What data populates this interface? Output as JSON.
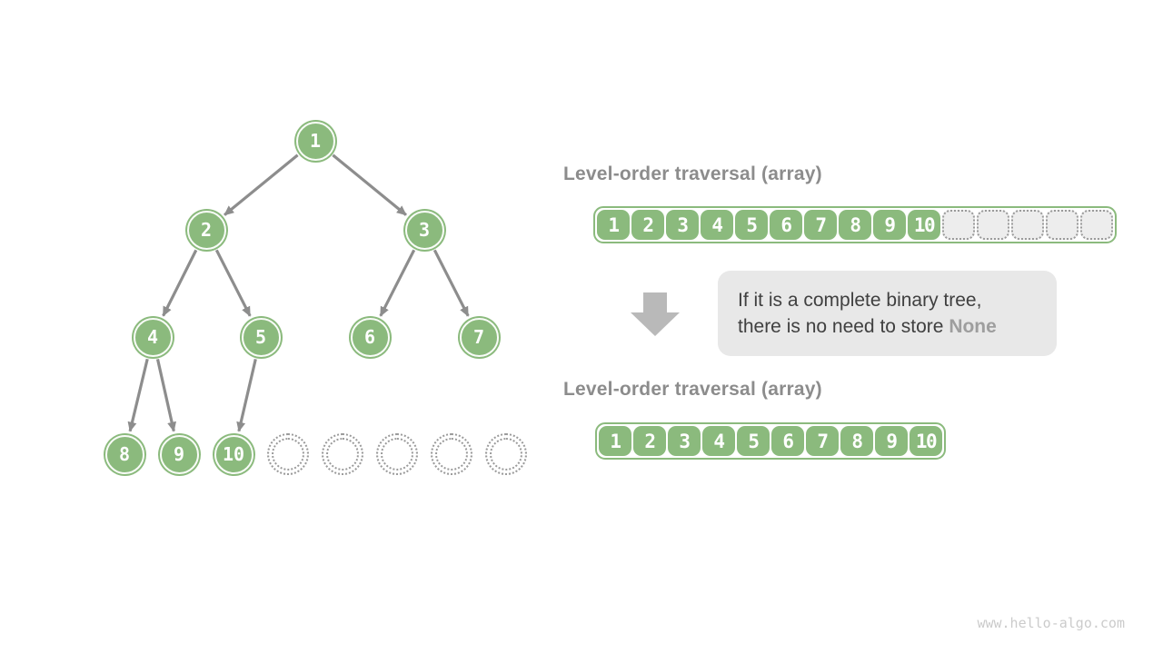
{
  "colors": {
    "green": "#8bba7d",
    "edge_gray": "#8d8d8d",
    "title_gray": "#8c8c8c",
    "note_bg": "#e8e8e8",
    "note_text": "#404040",
    "note_highlight": "#9e9e9e",
    "arrow_gray": "#b9b9b9",
    "empty_cell_bg": "#ededed",
    "dotted_gray": "#9a9a9a",
    "watermark_gray": "#cbcbcb"
  },
  "tree": {
    "node_values": [
      "1",
      "2",
      "3",
      "4",
      "5",
      "6",
      "7",
      "8",
      "9",
      "10"
    ],
    "empty_node_count": 5,
    "edges": [
      [
        "1",
        "2"
      ],
      [
        "1",
        "3"
      ],
      [
        "2",
        "4"
      ],
      [
        "2",
        "5"
      ],
      [
        "3",
        "6"
      ],
      [
        "3",
        "7"
      ],
      [
        "4",
        "8"
      ],
      [
        "4",
        "9"
      ],
      [
        "5",
        "10"
      ]
    ]
  },
  "top_array": {
    "title": "Level-order traversal (array)",
    "values": [
      "1",
      "2",
      "3",
      "4",
      "5",
      "6",
      "7",
      "8",
      "9",
      "10"
    ],
    "empty_count": 5
  },
  "bottom_array": {
    "title": "Level-order traversal (array)",
    "values": [
      "1",
      "2",
      "3",
      "4",
      "5",
      "6",
      "7",
      "8",
      "9",
      "10"
    ]
  },
  "note": {
    "line1": "If it is a complete binary tree,",
    "line2_prefix": "there is no need to store ",
    "highlight": "None"
  },
  "watermark": "www.hello-algo.com"
}
